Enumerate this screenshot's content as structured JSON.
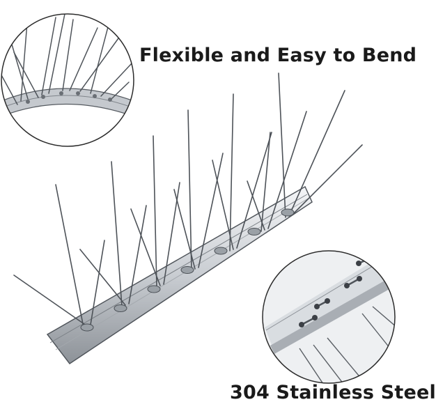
{
  "captions": {
    "top": "Flexible and Easy to Bend",
    "bottom": "304 Stainless Steel"
  },
  "colors": {
    "background": "#ffffff",
    "text": "#1a1a1a",
    "steel_light": "#e9ebee",
    "steel_mid": "#b7bcc2",
    "steel_dark": "#5c6168",
    "circle_outline": "#2b2b2b"
  },
  "illustration": {
    "subject": "stainless steel bird spike strip",
    "insets": [
      "bent-strip-detail",
      "steel-strip-closeup"
    ]
  }
}
